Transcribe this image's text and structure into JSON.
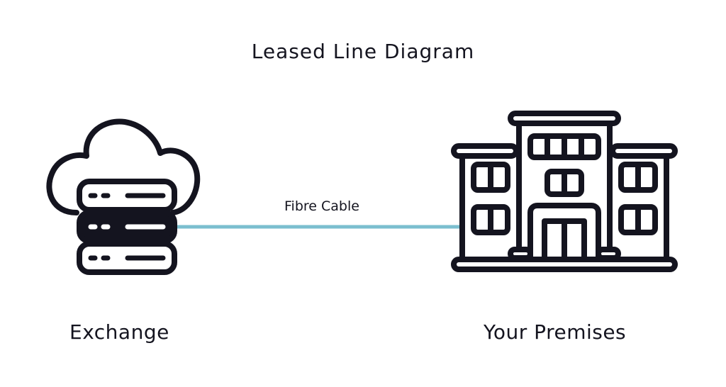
{
  "diagram": {
    "title": "Leased Line Diagram",
    "connection_label": "Fibre Cable",
    "nodes": [
      {
        "label": "Exchange",
        "icon": "cloud-server-icon"
      },
      {
        "label": "Your Premises",
        "icon": "office-building-icon"
      }
    ]
  },
  "colors": {
    "ink": "#14141f",
    "cable": "#7bbfcf",
    "background": "#ffffff"
  }
}
